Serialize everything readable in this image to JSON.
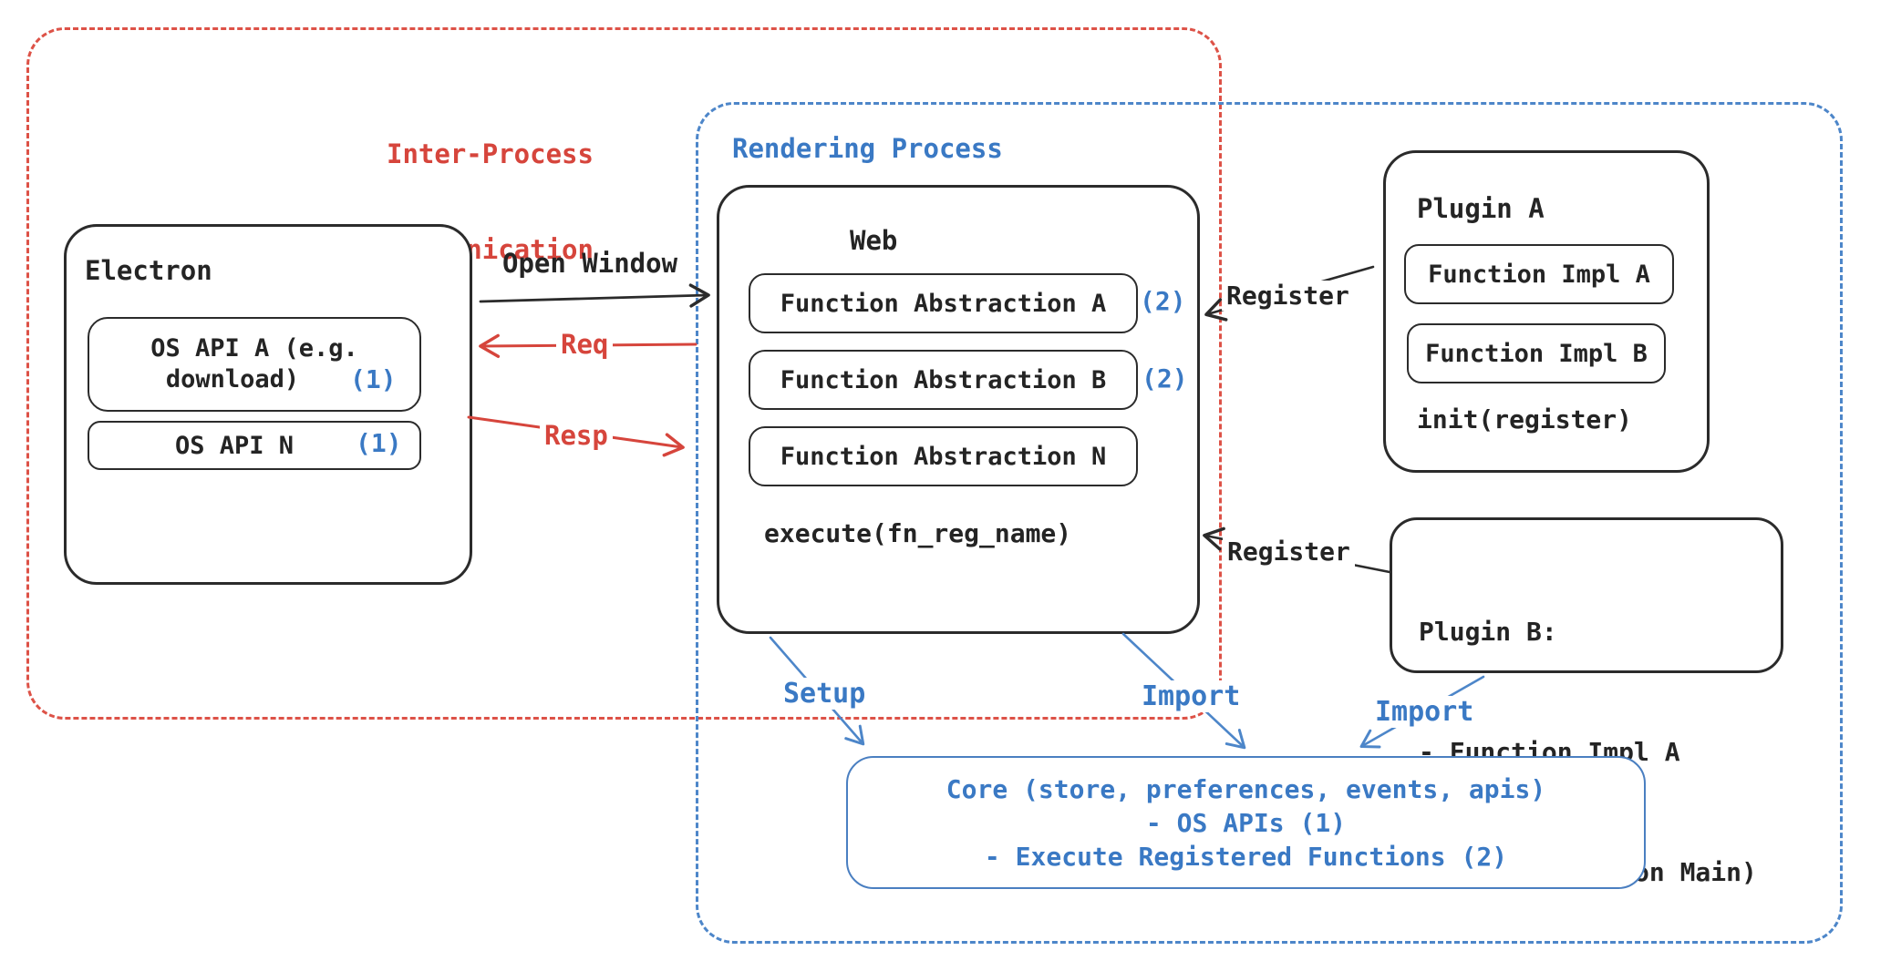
{
  "regions": {
    "ipc": {
      "label": [
        "Inter-Process",
        "Communication"
      ]
    },
    "rendering": {
      "label": "Rendering Process"
    }
  },
  "electron": {
    "title": "Electron",
    "os_api_a_line1": "OS API A (e.g.",
    "os_api_a_line2": "download)",
    "os_api_a_badge": "(1)",
    "os_api_n_label": "OS API N",
    "os_api_n_badge": "(1)"
  },
  "web": {
    "title": "Web",
    "fa_a": "Function Abstraction A",
    "fa_a_badge": "(2)",
    "fa_b": "Function Abstraction B",
    "fa_b_badge": "(2)",
    "fa_n": "Function Abstraction N",
    "footer": "execute(fn_reg_name)"
  },
  "plugin_a": {
    "title": "Plugin A",
    "impl_a": "Function Impl A",
    "impl_b": "Function Impl B",
    "footer": "init(register)"
  },
  "plugin_b": {
    "line1": "Plugin B:",
    "line2": "- Function Impl A",
    "line3": "- Module (run on Main)"
  },
  "core": {
    "line1": "Core (store, preferences, events, apis)",
    "line2": "- OS APIs (1)",
    "line3": "- Execute Registered Functions (2)"
  },
  "labels": {
    "open_window": "Open Window",
    "req": "Req",
    "resp": "Resp",
    "register_top": "Register",
    "register_bottom": "Register",
    "setup": "Setup",
    "import_web": "Import",
    "import_plugin": "Import"
  },
  "colors": {
    "ink": "#242424",
    "red": "#d6453c",
    "red_dash": "#dd5247",
    "blue": "#3a79c4",
    "blue_dash": "#4d86c9"
  }
}
